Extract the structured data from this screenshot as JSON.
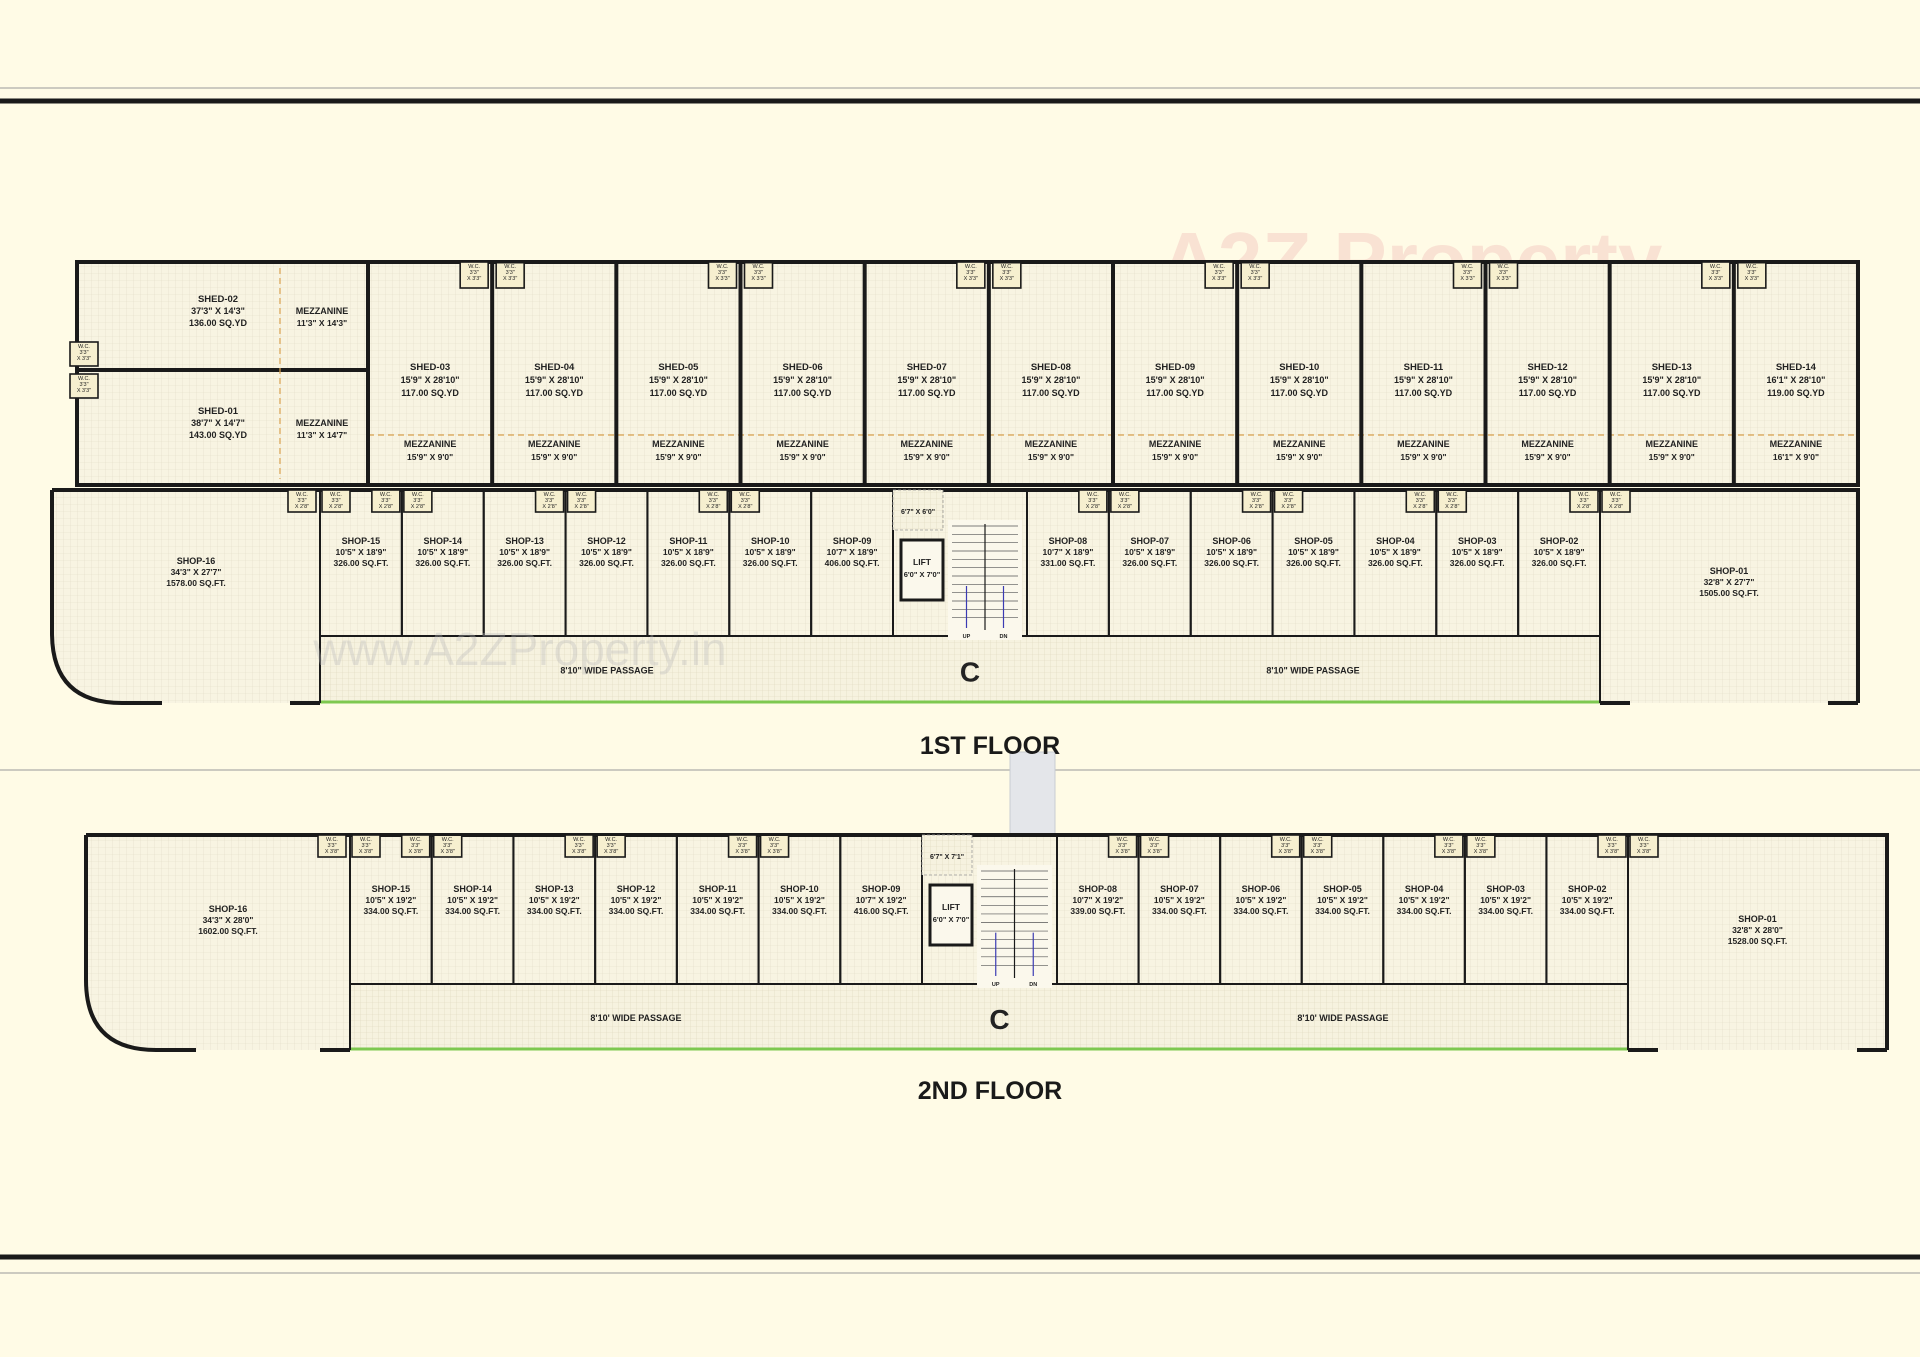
{
  "watermark": {
    "brand": "A2Z Property",
    "url": "www.A2ZProperty.in"
  },
  "symbols": {
    "corridor_mark": "C",
    "wc": "W.C.",
    "up": "UP",
    "dn": "DN"
  },
  "colors": {
    "background": "#fffbe6",
    "wall": "#1a1a1a",
    "area_text": "#d0312d",
    "passage_edge": "#7ec850",
    "lift_shaft": "#e4e6ea"
  },
  "floor1": {
    "title": "1ST FLOOR",
    "passage_left": "8'10\" WIDE PASSAGE",
    "passage_right": "8'10\" WIDE PASSAGE",
    "lift": {
      "name": "LIFT",
      "size": "6'0\" X 7'0\""
    },
    "duct": "6'7\" X 6'0\"",
    "wc_small": {
      "a": "3'3\"",
      "b": "X 2'8\""
    },
    "wc_shed": {
      "a": "3'3\"",
      "b": "X 3'3\""
    },
    "sheds_left": [
      {
        "name": "SHED-02",
        "size": "37'3\" X 14'3\"",
        "area": "136.00 SQ.YD",
        "mezz": "MEZZANINE",
        "mezz_size": "11'3\" X 14'3\""
      },
      {
        "name": "SHED-01",
        "size": "38'7\" X 14'7\"",
        "area": "143.00 SQ.YD",
        "mezz": "MEZZANINE",
        "mezz_size": "11'3\" X 14'7\""
      }
    ],
    "sheds": [
      {
        "name": "SHED-03",
        "size": "15'9\" X 28'10\"",
        "area": "117.00 SQ.YD",
        "mezz": "MEZZANINE",
        "mezz_size": "15'9\" X 9'0\""
      },
      {
        "name": "SHED-04",
        "size": "15'9\" X 28'10\"",
        "area": "117.00 SQ.YD",
        "mezz": "MEZZANINE",
        "mezz_size": "15'9\" X 9'0\""
      },
      {
        "name": "SHED-05",
        "size": "15'9\" X 28'10\"",
        "area": "117.00 SQ.YD",
        "mezz": "MEZZANINE",
        "mezz_size": "15'9\" X 9'0\""
      },
      {
        "name": "SHED-06",
        "size": "15'9\" X 28'10\"",
        "area": "117.00 SQ.YD",
        "mezz": "MEZZANINE",
        "mezz_size": "15'9\" X 9'0\""
      },
      {
        "name": "SHED-07",
        "size": "15'9\" X 28'10\"",
        "area": "117.00 SQ.YD",
        "mezz": "MEZZANINE",
        "mezz_size": "15'9\" X 9'0\""
      },
      {
        "name": "SHED-08",
        "size": "15'9\" X 28'10\"",
        "area": "117.00 SQ.YD",
        "mezz": "MEZZANINE",
        "mezz_size": "15'9\" X 9'0\""
      },
      {
        "name": "SHED-09",
        "size": "15'9\" X 28'10\"",
        "area": "117.00 SQ.YD",
        "mezz": "MEZZANINE",
        "mezz_size": "15'9\" X 9'0\""
      },
      {
        "name": "SHED-10",
        "size": "15'9\" X 28'10\"",
        "area": "117.00 SQ.YD",
        "mezz": "MEZZANINE",
        "mezz_size": "15'9\" X 9'0\""
      },
      {
        "name": "SHED-11",
        "size": "15'9\" X 28'10\"",
        "area": "117.00 SQ.YD",
        "mezz": "MEZZANINE",
        "mezz_size": "15'9\" X 9'0\""
      },
      {
        "name": "SHED-12",
        "size": "15'9\" X 28'10\"",
        "area": "117.00 SQ.YD",
        "mezz": "MEZZANINE",
        "mezz_size": "15'9\" X 9'0\""
      },
      {
        "name": "SHED-13",
        "size": "15'9\" X 28'10\"",
        "area": "117.00 SQ.YD",
        "mezz": "MEZZANINE",
        "mezz_size": "15'9\" X 9'0\""
      },
      {
        "name": "SHED-14",
        "size": "16'1\" X 28'10\"",
        "area": "119.00 SQ.YD",
        "mezz": "MEZZANINE",
        "mezz_size": "16'1\" X 9'0\""
      }
    ],
    "shop16": {
      "name": "SHOP-16",
      "size": "34'3\" X 27'7\"",
      "area": "1578.00 SQ.FT."
    },
    "shop01": {
      "name": "SHOP-01",
      "size": "32'8\" X 27'7\"",
      "area": "1505.00 SQ.FT."
    },
    "shops_left": [
      {
        "name": "SHOP-15",
        "size": "10'5\" X 18'9\"",
        "area": "326.00 SQ.FT."
      },
      {
        "name": "SHOP-14",
        "size": "10'5\" X 18'9\"",
        "area": "326.00 SQ.FT."
      },
      {
        "name": "SHOP-13",
        "size": "10'5\" X 18'9\"",
        "area": "326.00 SQ.FT."
      },
      {
        "name": "SHOP-12",
        "size": "10'5\" X 18'9\"",
        "area": "326.00 SQ.FT."
      },
      {
        "name": "SHOP-11",
        "size": "10'5\" X 18'9\"",
        "area": "326.00 SQ.FT."
      },
      {
        "name": "SHOP-10",
        "size": "10'5\" X 18'9\"",
        "area": "326.00 SQ.FT."
      },
      {
        "name": "SHOP-09",
        "size": "10'7\" X 18'9\"",
        "area": "406.00 SQ.FT."
      }
    ],
    "shops_right": [
      {
        "name": "SHOP-08",
        "size": "10'7\" X 18'9\"",
        "area": "331.00 SQ.FT."
      },
      {
        "name": "SHOP-07",
        "size": "10'5\" X 18'9\"",
        "area": "326.00 SQ.FT."
      },
      {
        "name": "SHOP-06",
        "size": "10'5\" X 18'9\"",
        "area": "326.00 SQ.FT."
      },
      {
        "name": "SHOP-05",
        "size": "10'5\" X 18'9\"",
        "area": "326.00 SQ.FT."
      },
      {
        "name": "SHOP-04",
        "size": "10'5\" X 18'9\"",
        "area": "326.00 SQ.FT."
      },
      {
        "name": "SHOP-03",
        "size": "10'5\" X 18'9\"",
        "area": "326.00 SQ.FT."
      },
      {
        "name": "SHOP-02",
        "size": "10'5\" X 18'9\"",
        "area": "326.00 SQ.FT."
      }
    ]
  },
  "floor2": {
    "title": "2ND FLOOR",
    "passage_left": "8'10' WIDE PASSAGE",
    "passage_right": "8'10' WIDE PASSAGE",
    "lift": {
      "name": "LIFT",
      "size": "6'0\" X 7'0\""
    },
    "duct": "6'7\" X 7'1\"",
    "wc_small": {
      "a": "3'3\"",
      "b": "X 3'8\""
    },
    "shop16": {
      "name": "SHOP-16",
      "size": "34'3\" X 28'0\"",
      "area": "1602.00 SQ.FT."
    },
    "shop01": {
      "name": "SHOP-01",
      "size": "32'8\" X 28'0\"",
      "area": "1528.00 SQ.FT."
    },
    "shops_left": [
      {
        "name": "SHOP-15",
        "size": "10'5\" X 19'2\"",
        "area": "334.00 SQ.FT."
      },
      {
        "name": "SHOP-14",
        "size": "10'5\" X 19'2\"",
        "area": "334.00 SQ.FT."
      },
      {
        "name": "SHOP-13",
        "size": "10'5\" X 19'2\"",
        "area": "334.00 SQ.FT."
      },
      {
        "name": "SHOP-12",
        "size": "10'5\" X 19'2\"",
        "area": "334.00 SQ.FT."
      },
      {
        "name": "SHOP-11",
        "size": "10'5\" X 19'2\"",
        "area": "334.00 SQ.FT."
      },
      {
        "name": "SHOP-10",
        "size": "10'5\" X 19'2\"",
        "area": "334.00 SQ.FT."
      },
      {
        "name": "SHOP-09",
        "size": "10'7\" X 19'2\"",
        "area": "416.00 SQ.FT."
      }
    ],
    "shops_right": [
      {
        "name": "SHOP-08",
        "size": "10'7\" X 19'2\"",
        "area": "339.00 SQ.FT."
      },
      {
        "name": "SHOP-07",
        "size": "10'5\" X 19'2\"",
        "area": "334.00 SQ.FT."
      },
      {
        "name": "SHOP-06",
        "size": "10'5\" X 19'2\"",
        "area": "334.00 SQ.FT."
      },
      {
        "name": "SHOP-05",
        "size": "10'5\" X 19'2\"",
        "area": "334.00 SQ.FT."
      },
      {
        "name": "SHOP-04",
        "size": "10'5\" X 19'2\"",
        "area": "334.00 SQ.FT."
      },
      {
        "name": "SHOP-03",
        "size": "10'5\" X 19'2\"",
        "area": "334.00 SQ.FT."
      },
      {
        "name": "SHOP-02",
        "size": "10'5\" X 19'2\"",
        "area": "334.00 SQ.FT."
      }
    ]
  }
}
